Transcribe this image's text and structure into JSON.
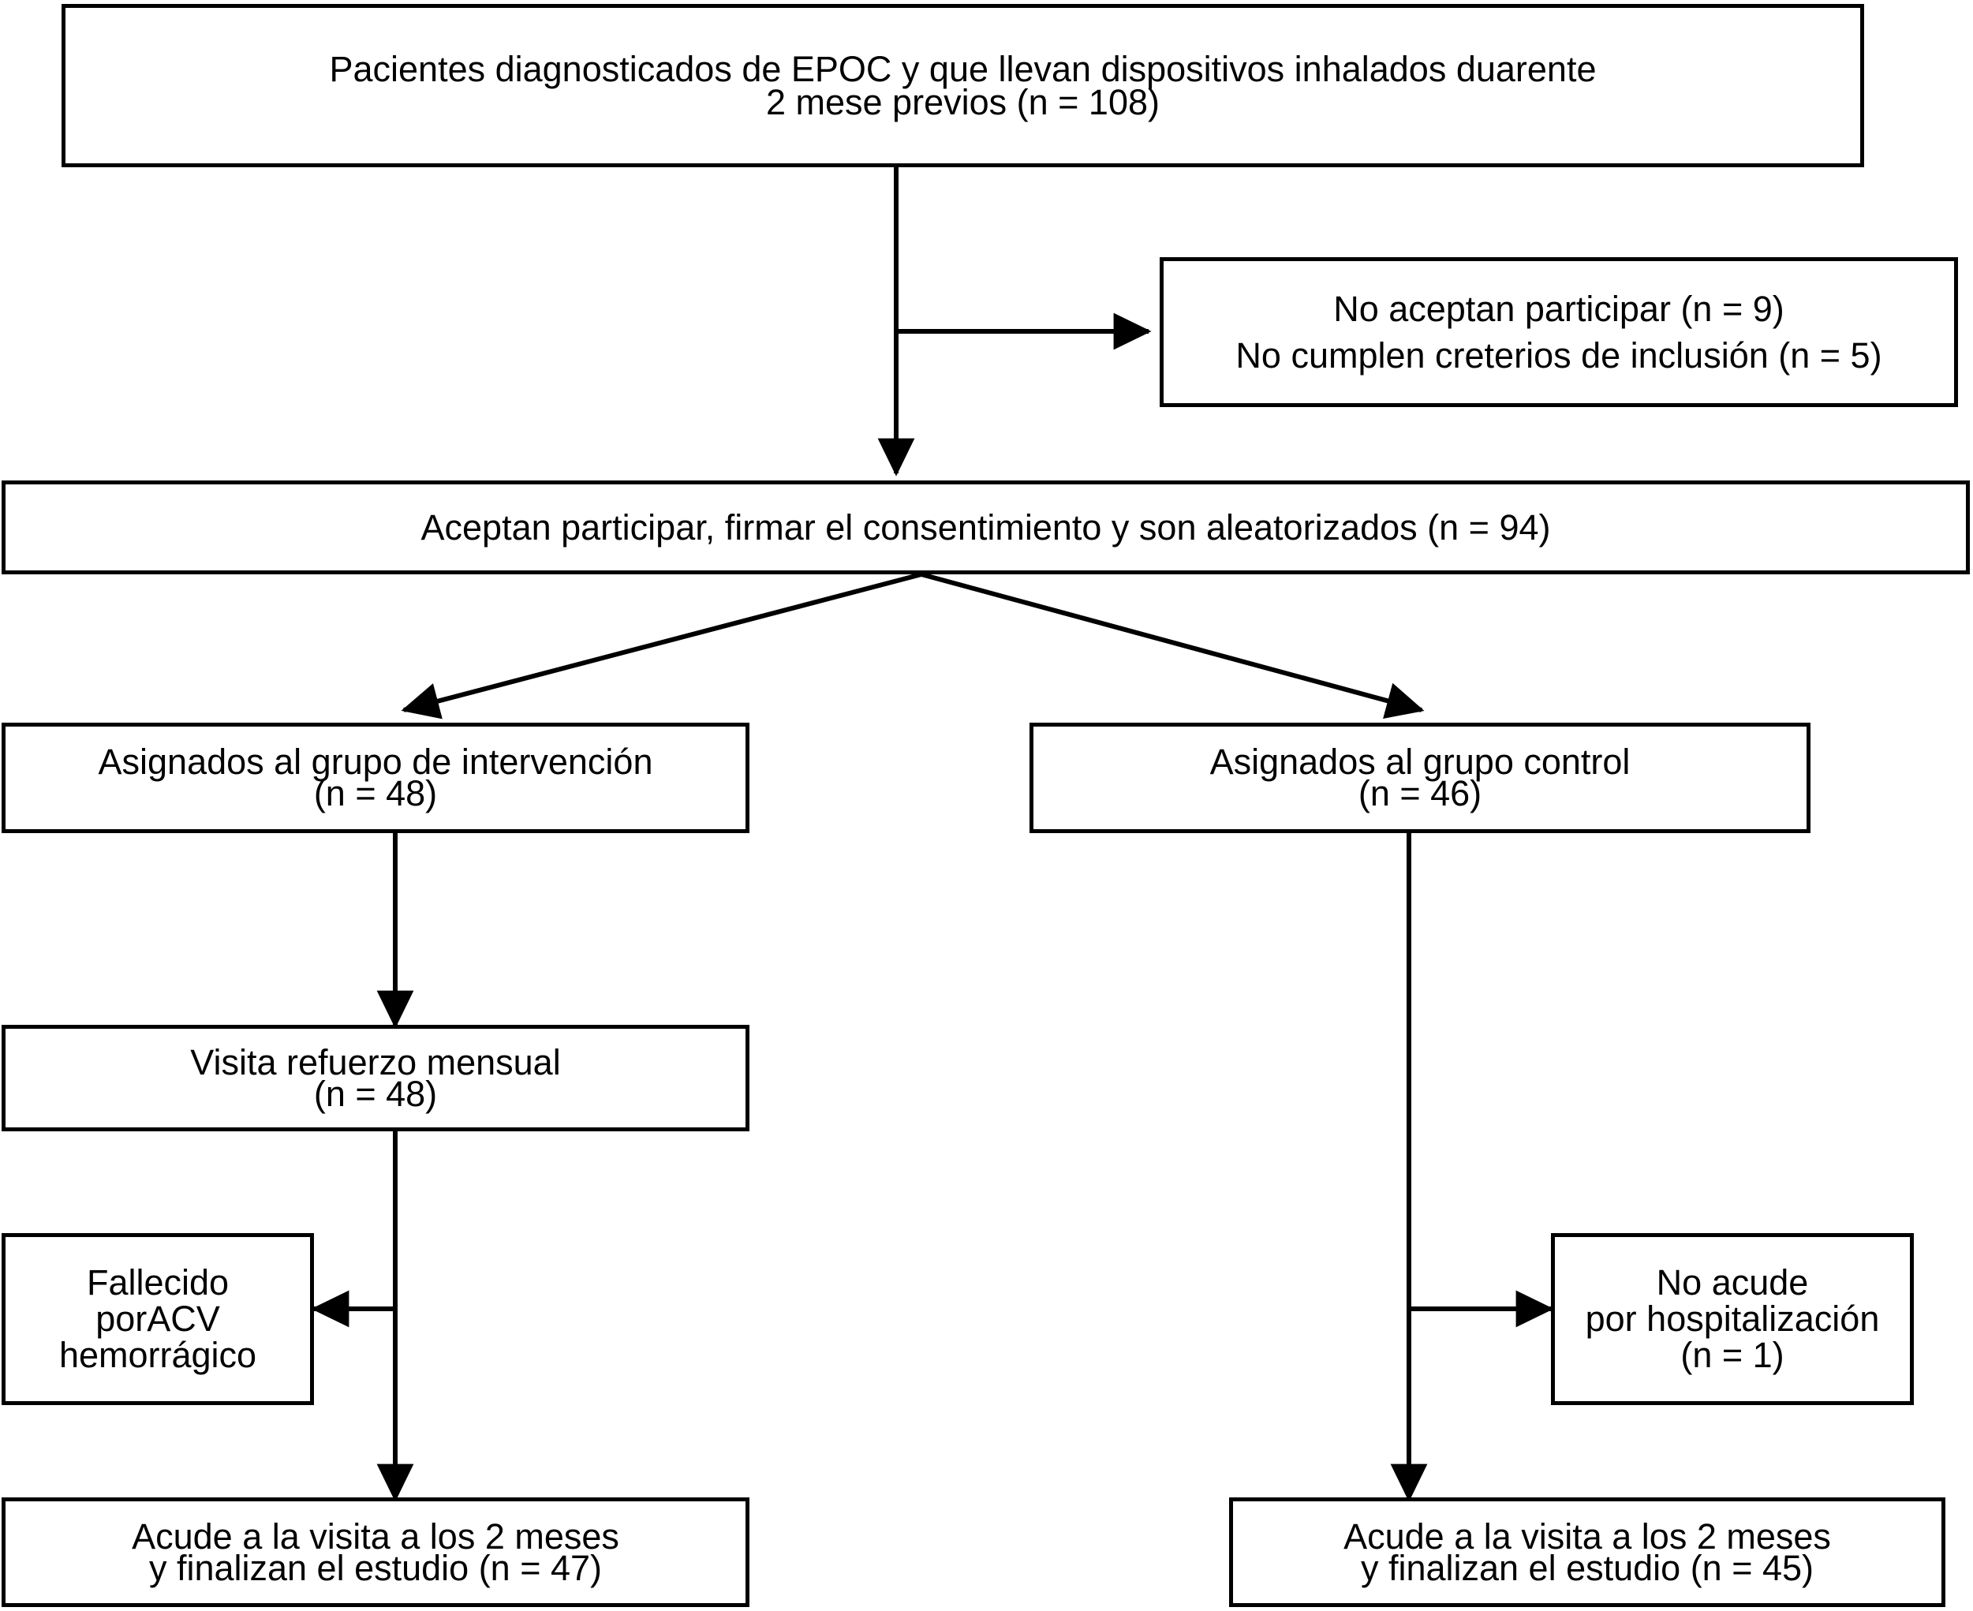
{
  "diagram": {
    "title": "Diagrama de flujo CONSORT del estudio",
    "language": "es",
    "stroke_color": "#000000",
    "background_color": "#ffffff",
    "nodes": {
      "enrollment": {
        "id": "enrollment",
        "text": "Pacientes diagnosticados de EPOC y que llevan dispositivos inhalados duarente\n2 mese previos (n = 108)",
        "n": 108
      },
      "excluded": {
        "id": "excluded",
        "text": "No aceptan participar (n = 9)\nNo cumplen creterios de inclusión (n = 5)",
        "reasons": [
          {
            "label": "No aceptan participar",
            "n": 9
          },
          {
            "label": "No cumplen creterios de inclusión",
            "n": 5
          }
        ]
      },
      "randomized": {
        "id": "randomized",
        "text": "Aceptan participar, firmar el consentimiento y son aleatorizados (n = 94)",
        "n": 94
      },
      "intervention_group": {
        "id": "intervention_group",
        "text": "Asignados al grupo de intervención\n(n = 48)",
        "n": 48
      },
      "control_group": {
        "id": "control_group",
        "text": "Asignados al grupo control\n(n = 46)",
        "n": 46
      },
      "booster_visit": {
        "id": "booster_visit",
        "text": "Visita refuerzo mensual\n(n = 48)",
        "n": 48
      },
      "deceased": {
        "id": "deceased",
        "text": "Fallecido\nporACV\nhemorrágico",
        "n": null
      },
      "not_attending": {
        "id": "not_attending",
        "text": "No acude\npor hospitalización\n(n = 1)",
        "n": 1
      },
      "intervention_final": {
        "id": "intervention_final",
        "text": "Acude a la visita a los 2 meses\ny finalizan el estudio (n = 47)",
        "n": 47
      },
      "control_final": {
        "id": "control_final",
        "text": "Acude a la visita a los 2 meses\ny finalizan el estudio (n = 45)",
        "n": 45
      }
    },
    "edges": [
      {
        "from": "enrollment",
        "to": "randomized",
        "kind": "arrow-down"
      },
      {
        "from": "enrollment",
        "to": "excluded",
        "kind": "arrow-right"
      },
      {
        "from": "randomized",
        "to": "intervention_group",
        "kind": "arrow-diagonal-left"
      },
      {
        "from": "randomized",
        "to": "control_group",
        "kind": "arrow-diagonal-right"
      },
      {
        "from": "intervention_group",
        "to": "booster_visit",
        "kind": "arrow-down"
      },
      {
        "from": "booster_visit",
        "to": "deceased",
        "kind": "arrow-left"
      },
      {
        "from": "booster_visit",
        "to": "intervention_final",
        "kind": "arrow-down"
      },
      {
        "from": "control_group",
        "to": "not_attending",
        "kind": "arrow-right"
      },
      {
        "from": "control_group",
        "to": "control_final",
        "kind": "arrow-down"
      }
    ]
  }
}
